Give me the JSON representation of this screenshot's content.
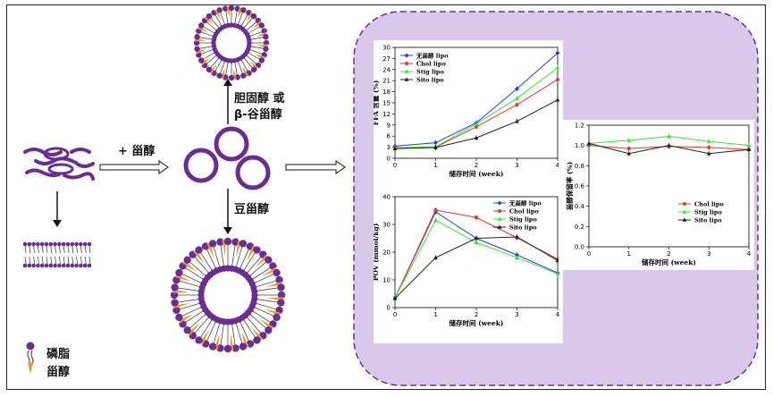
{
  "labels": {
    "add_sterol": "+ 甾醇",
    "chol_or_sito_line1": "胆固醇 或",
    "chol_or_sito_line2": "β-谷甾醇",
    "stig": "豆甾醇",
    "legend_phospholipid": "磷脂",
    "legend_sterol": "甾醇"
  },
  "colors": {
    "purple": "#6a2d91",
    "purple_light": "#d9c8ea",
    "orange": "#f0963a",
    "lipid_tail": "#333333"
  },
  "chart_data": [
    {
      "type": "line",
      "xlabel": "储存时间 (week)",
      "ylabel": "FFA 含量 (%)",
      "x": [
        0,
        1,
        2,
        3,
        4
      ],
      "xlim": [
        0,
        4
      ],
      "ylim": [
        0,
        30
      ],
      "yticks": [
        0,
        3,
        6,
        9,
        12,
        15,
        18,
        21,
        24,
        27,
        30
      ],
      "legend_position": "top-left",
      "series": [
        {
          "name": "无甾醇 lipo",
          "color": "#1f3fd6",
          "marker": "diamond",
          "values": [
            3.3,
            4.2,
            9.6,
            18.8,
            28.5
          ]
        },
        {
          "name": "Chol lipo",
          "color": "#d93a2f",
          "marker": "circle",
          "values": [
            2.9,
            3.0,
            8.5,
            14.5,
            21.3
          ]
        },
        {
          "name": "Stig lipo",
          "color": "#3be03b",
          "marker": "triangle",
          "values": [
            2.8,
            3.1,
            9.3,
            16.2,
            24.5
          ]
        },
        {
          "name": "Sito lipo",
          "color": "#222222",
          "marker": "triangle",
          "values": [
            2.6,
            2.9,
            5.5,
            10.0,
            15.8
          ]
        }
      ]
    },
    {
      "type": "line",
      "xlabel": "储存时间 (week)",
      "ylabel": "POV (mmol/kg)",
      "x": [
        0,
        1,
        2,
        3,
        4
      ],
      "xlim": [
        0,
        4
      ],
      "ylim": [
        0,
        40
      ],
      "yticks": [
        0,
        10,
        20,
        30,
        40
      ],
      "legend_position": "top-right",
      "series": [
        {
          "name": "无甾醇 lipo",
          "color": "#1f3fd6",
          "marker": "diamond",
          "values": [
            3.5,
            34.5,
            25.0,
            19.0,
            12.5
          ]
        },
        {
          "name": "Chol lipo",
          "color": "#d93a2f",
          "marker": "circle",
          "values": [
            3.5,
            35.2,
            32.5,
            25.2,
            17.5
          ]
        },
        {
          "name": "Stig lipo",
          "color": "#3be03b",
          "marker": "triangle",
          "values": [
            3.5,
            31.5,
            23.5,
            18.0,
            12.2
          ]
        },
        {
          "name": "Sito lipo",
          "color": "#222222",
          "marker": "triangle",
          "values": [
            3.3,
            18.0,
            25.0,
            25.5,
            17.0
          ]
        }
      ]
    },
    {
      "type": "line",
      "xlabel": "储存时间 (week)",
      "ylabel": "甾醇保留率 (%)",
      "x": [
        0,
        1,
        2,
        3,
        4
      ],
      "xlim": [
        0,
        4
      ],
      "ylim": [
        0,
        1.2
      ],
      "yticks": [
        0.0,
        0.2,
        0.4,
        0.6,
        0.8,
        1.0,
        1.2
      ],
      "legend_position": "bottom-right",
      "series": [
        {
          "name": "Chol lipo",
          "color": "#d93a2f",
          "marker": "circle",
          "values": [
            1.0,
            0.97,
            0.99,
            0.98,
            0.96
          ]
        },
        {
          "name": "Stig lipo",
          "color": "#3be03b",
          "marker": "triangle",
          "values": [
            1.02,
            1.05,
            1.09,
            1.04,
            1.0
          ]
        },
        {
          "name": "Sito lipo",
          "color": "#222222",
          "marker": "triangle",
          "values": [
            1.02,
            0.92,
            1.0,
            0.92,
            0.96
          ]
        }
      ]
    }
  ]
}
